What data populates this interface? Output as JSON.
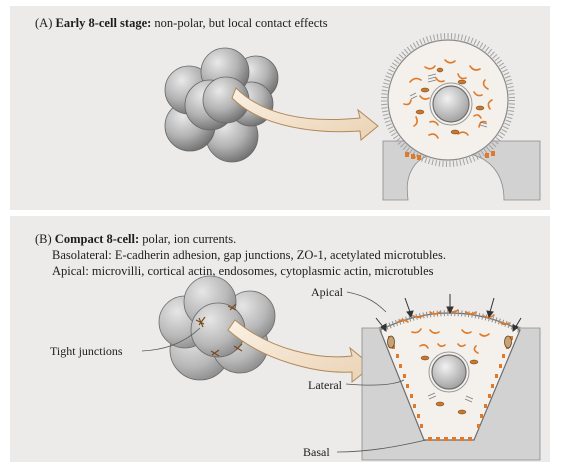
{
  "panel_a": {
    "heading_prefix": "(A)",
    "heading_bold": "Early 8-cell stage:",
    "heading_rest": "non-polar, but local contact effects"
  },
  "panel_b": {
    "heading_prefix": "(B)",
    "heading_bold": "Compact 8-cell:",
    "heading_rest": "polar, ion currents.",
    "line_basolateral": "Basolateral: E-cadherin adhesion, gap junctions, ZO-1, acetylated microtubles.",
    "line_apical": "Apical: microvilli, cortical actin, endosomes, cytoplasmic actin, microtubles",
    "labels": {
      "tight_junctions": "Tight junctions",
      "apical": "Apical",
      "lateral": "Lateral",
      "basal": "Basal"
    }
  },
  "colors": {
    "panel_bg": "#ecebea",
    "embryo_gray": "#a9a9a9",
    "arrow_fill": "#f3e3cf",
    "arrow_stroke": "#c9a47b",
    "organelle_orange": "#e07a2a",
    "nucleus": "#bfbfbf"
  }
}
